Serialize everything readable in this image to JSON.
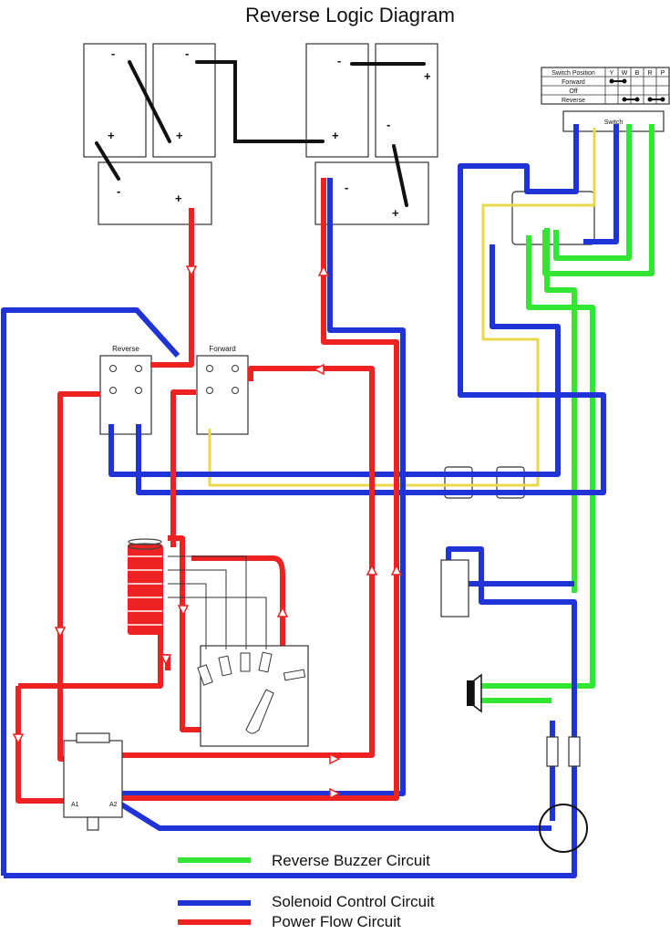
{
  "title": "Reverse Logic Diagram",
  "colors": {
    "reverse_buzzer": "#33e633",
    "solenoid_control": "#1f33d6",
    "power_flow": "#ee2222",
    "signal": "#e8d84a",
    "wire": "#111111"
  },
  "terminals": {
    "minus": "-",
    "plus": "+"
  },
  "solenoids": {
    "reverse": "Reverse",
    "forward": "Forward"
  },
  "switch_table": {
    "header": "Switch Position",
    "columns": [
      "Y",
      "W",
      "B",
      "R",
      "P"
    ],
    "rows": [
      "Forward",
      "Off",
      "Reverse"
    ],
    "switch_label": "Switch"
  },
  "motor": {
    "a1": "A1",
    "a2": "A2"
  },
  "legend": [
    {
      "key": "reverse_buzzer",
      "label": "Reverse Buzzer Circuit"
    },
    {
      "key": "solenoid_control",
      "label": "Solenoid Control Circuit"
    },
    {
      "key": "power_flow",
      "label": "Power Flow Circuit"
    }
  ]
}
